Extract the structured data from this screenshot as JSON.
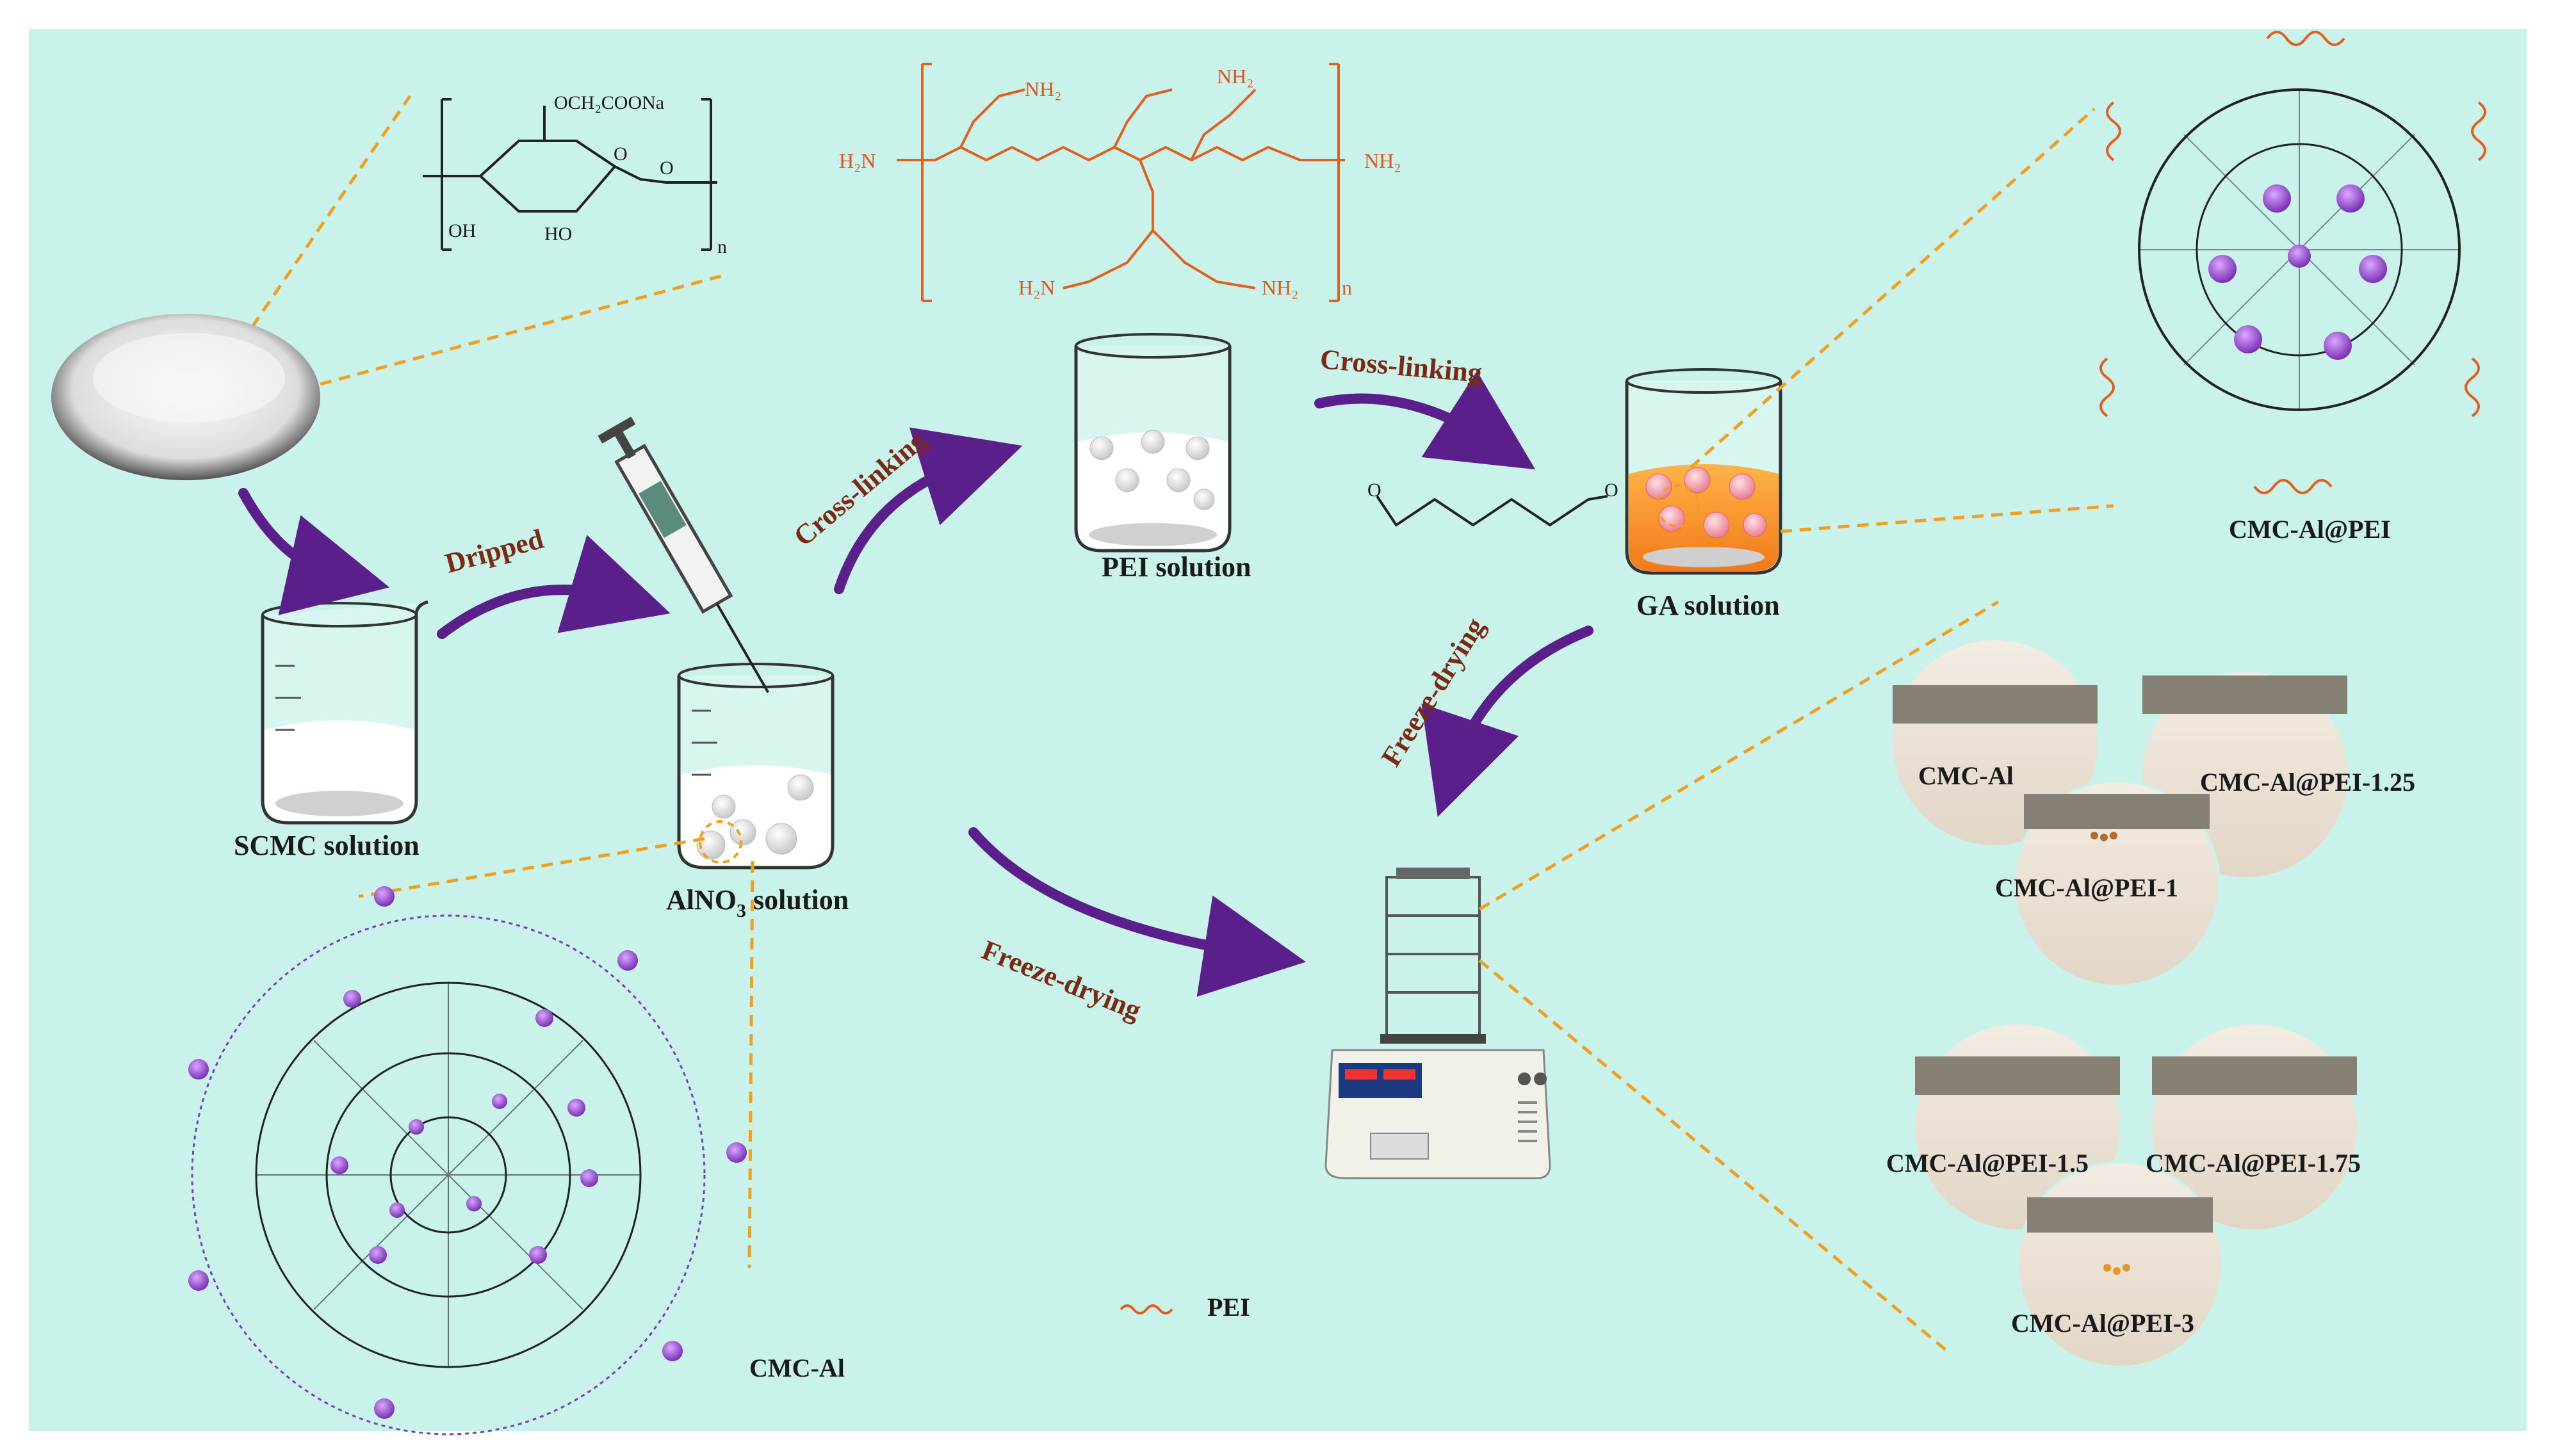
{
  "colors": {
    "background": "#c9f3ea",
    "arrow": "#5b1f8c",
    "dashed_line": "#f0a020",
    "pei_chain": "#e2601f",
    "arrow_label": "#7a2a14",
    "aluminum": "#8a3cc2"
  },
  "labels": {
    "scmc_solution": "SCMC solution",
    "alno3_solution": "AlNO",
    "alno3_sub": "3",
    "alno3_suffix": " solution",
    "pei_solution": "PEI solution",
    "ga_solution": "GA solution",
    "cmc_al": "CMC-Al",
    "cmc_al_pei": "CMC-Al@PEI",
    "legend_pei": "PEI"
  },
  "arrows": {
    "dripped": "Dripped",
    "cross_linking_1": "Cross-linking",
    "cross_linking_2": "Cross-linking",
    "freeze_drying_1": "Freeze-drying",
    "freeze_drying_2": "Freeze-drying"
  },
  "cmc_structure": {
    "group": "OCH₂COONa",
    "oh1": "OH",
    "oh2": "HO",
    "n": "n"
  },
  "pei_structure": {
    "nh2": "NH₂",
    "h2n": "H₂N",
    "nh": "N",
    "h": "H",
    "n": "n"
  },
  "samples": [
    {
      "label": "CMC-Al"
    },
    {
      "label": "CMC-Al@PEI-1.25"
    },
    {
      "label": "CMC-Al@PEI-1"
    },
    {
      "label": "CMC-Al@PEI-1.5"
    },
    {
      "label": "CMC-Al@PEI-1.75"
    },
    {
      "label": "CMC-Al@PEI-3"
    }
  ],
  "icons": [
    "beaker-icon",
    "syringe-icon",
    "freeze-dryer-icon",
    "powder-photo",
    "sample-photo"
  ]
}
